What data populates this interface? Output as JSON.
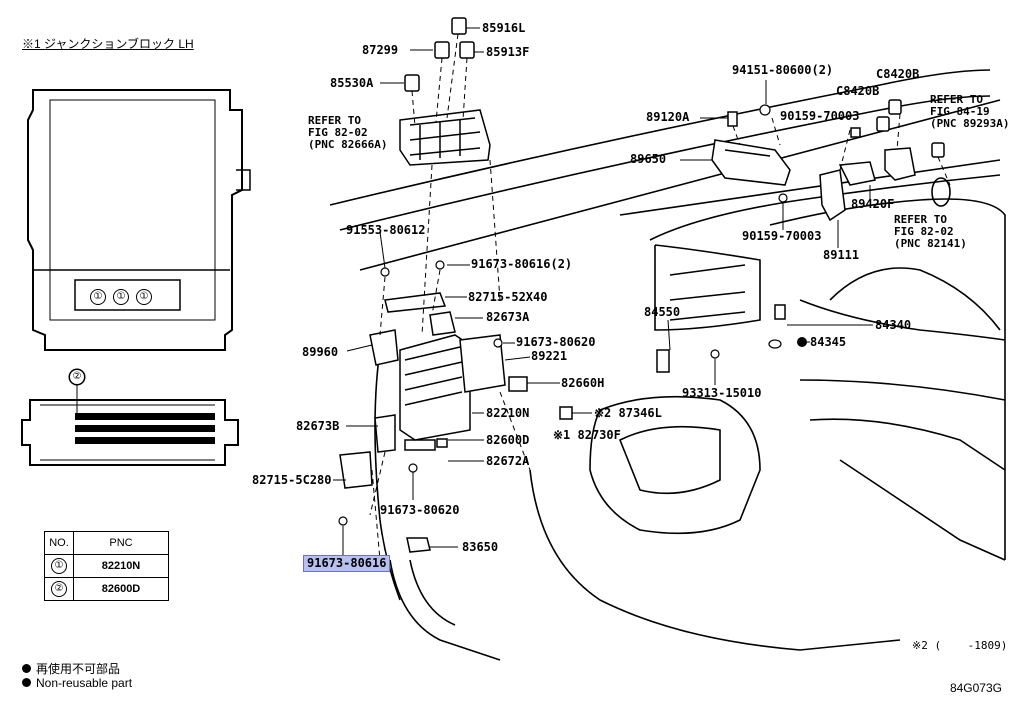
{
  "header": {
    "title": "※1 ジャンクションブロック LH"
  },
  "detail_circles": [
    "①",
    "①",
    "①"
  ],
  "detail_two": "②",
  "table": {
    "headers": [
      "NO.",
      "PNC"
    ],
    "rows": [
      {
        "no": "①",
        "pnc": "82210N"
      },
      {
        "no": "②",
        "pnc": "82600D"
      }
    ]
  },
  "legend": {
    "jp": "再使用不可部品",
    "en": "Non-reusable part"
  },
  "footnote": "※2 (    -1809)",
  "code": "84G073G",
  "parts": {
    "p85916L": "85916L",
    "p87299": "87299",
    "p85913F": "85913F",
    "p85530A": "85530A",
    "refer1": "REFER TO\nFIG 82-02\n(PNC 82666A)",
    "p94151": "94151-80600(2)",
    "pC8420B_a": "C8420B",
    "pC8420B_b": "C8420B",
    "refer2": "REFER TO\nFIG 84-19\n(PNC 89293A)",
    "p89120A": "89120A",
    "p90159a": "90159-70003",
    "p89650": "89650",
    "p89420F": "89420F",
    "p90159b": "90159-70003",
    "refer3": "REFER TO\nFIG 82-02\n(PNC 82141)",
    "p89111": "89111",
    "p91553": "91553-80612",
    "p91673_2": "91673-80616(2)",
    "p82715_52X40": "82715-52X40",
    "p82673A": "82673A",
    "p84550": "84550",
    "p84340": "84340",
    "p91673_80620a": "91673-80620",
    "p89960": "89960",
    "p89221": "89221",
    "p84345": "84345",
    "p82660H": "82660H",
    "p93313": "93313-15010",
    "p82210N": "82210N",
    "p87346L": "※2 87346L",
    "p82673B": "82673B",
    "p82600D": "82600D",
    "p82730F": "※1 82730F",
    "p82672A": "82672A",
    "p82715_5C280": "82715-5C280",
    "p91673_80620b": "91673-80620",
    "p91673_80616": "91673-80616",
    "p83650": "83650"
  }
}
